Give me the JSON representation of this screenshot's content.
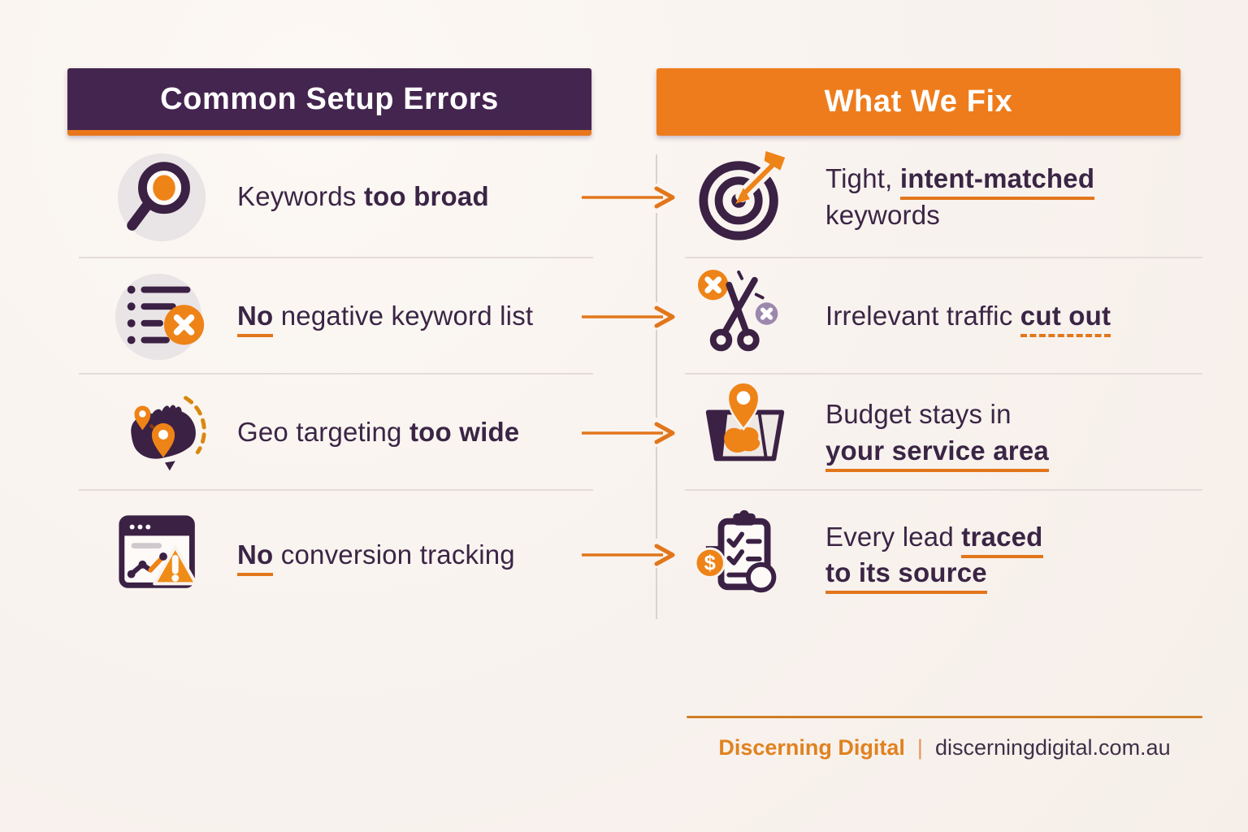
{
  "headers": {
    "left": "Common Setup Errors",
    "right": "What We Fix"
  },
  "rows": {
    "row1": {
      "error_pre": "Keywords ",
      "error_bold": "too broad",
      "fix_pre": "Tight, ",
      "fix_bold": "intent-matched",
      "fix_line2": "keywords"
    },
    "row2": {
      "error_bold": "No",
      "error_post": " negative keyword list",
      "fix_pre": "Irrelevant traffic ",
      "fix_bold": "cut out"
    },
    "row3": {
      "error_pre": "Geo targeting ",
      "error_bold": "too wide",
      "fix_line1": "Budget stays in",
      "fix_bold": "your service area"
    },
    "row4": {
      "error_bold": "No",
      "error_post": " conversion tracking",
      "fix_pre": "Every lead ",
      "fix_bold": "traced",
      "fix_line2_bold": "to its source"
    }
  },
  "footer": {
    "brand": "Discerning Digital",
    "separator": "|",
    "domain": "discerningdigital.com.au"
  },
  "icons": {
    "row1_error": "magnifier-icon",
    "row1_fix": "target-dart-icon",
    "row2_error": "list-x-icon",
    "row2_fix": "scissors-icon",
    "row3_error": "australia-map-icon",
    "row3_fix": "map-pin-icon",
    "row4_error": "browser-chart-warning-icon",
    "row4_fix": "clipboard-dollar-icon",
    "connector": "arrow-right-icon",
    "dollar_glyph": "$"
  },
  "colors": {
    "purple_header": "#44254f",
    "orange": "#ee7c1c",
    "text_purple": "#3b2545",
    "background": "#f8f3ef",
    "icon_circle_bg": "#e9e4e6",
    "lavender": "#9c87ad",
    "divider_gray": "#d8d3d0"
  }
}
